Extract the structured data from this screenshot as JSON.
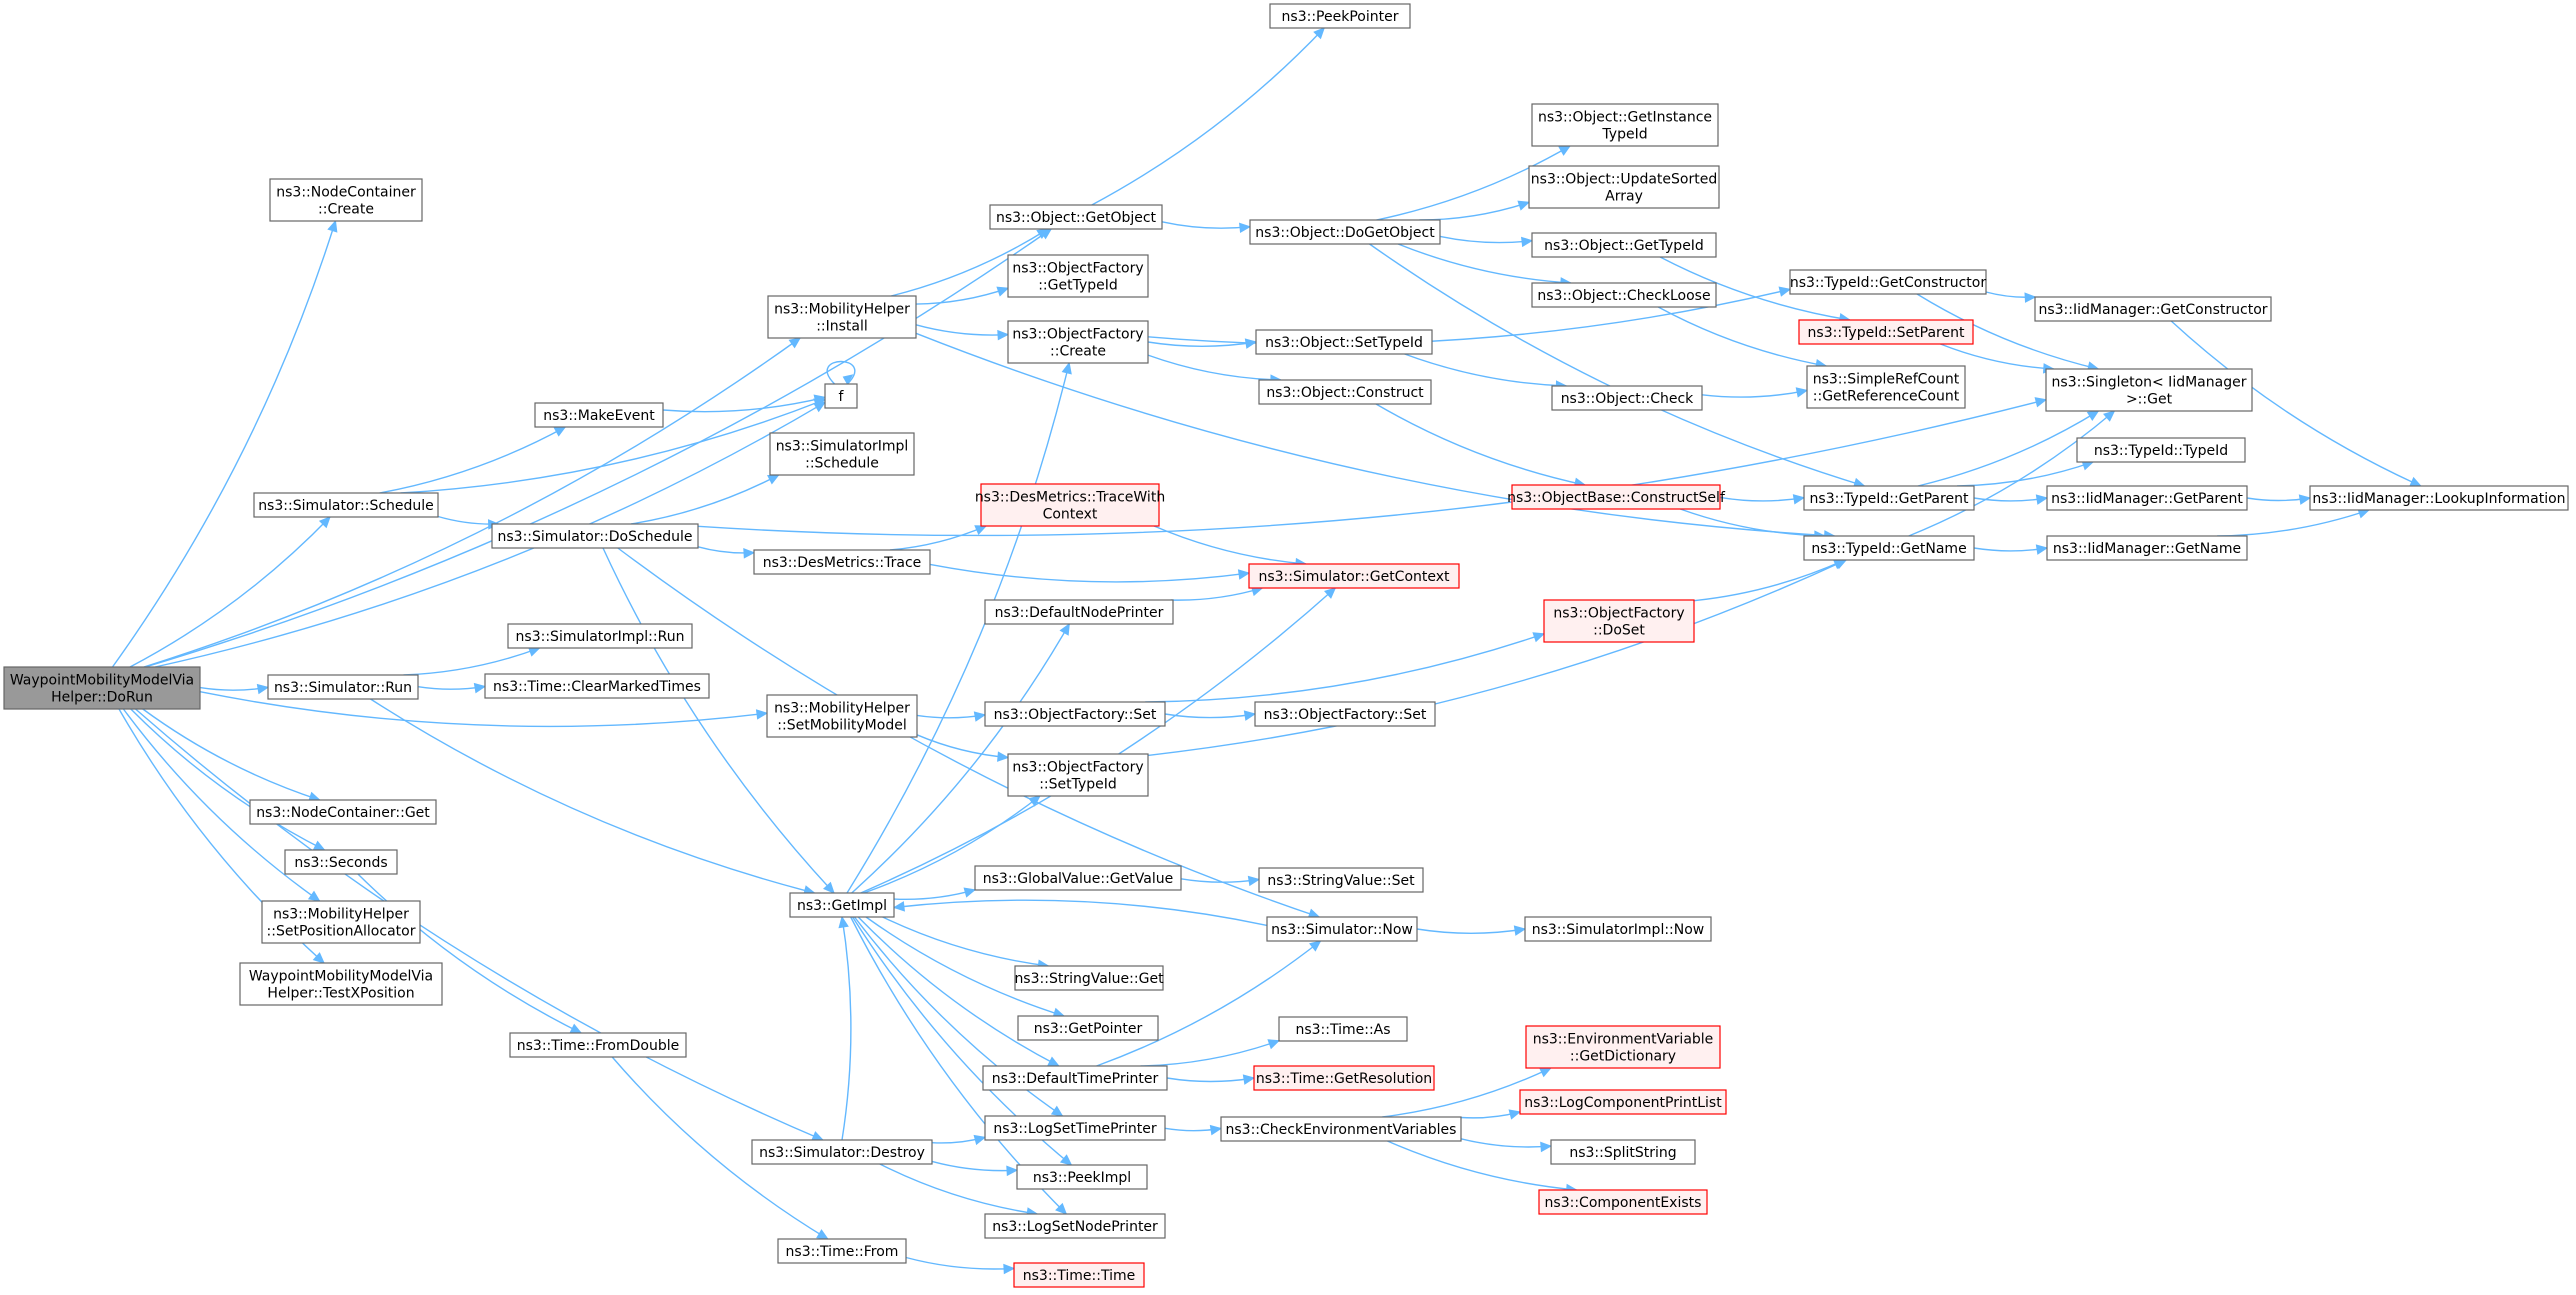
{
  "diagram": {
    "colors": {
      "edge": "#63b8ff",
      "node_border": "#666666",
      "node_fill": "#ffffff",
      "root_fill": "#999999",
      "root_border": "#666666",
      "incomplete_border": "#ff0000",
      "incomplete_fill": "#fff0f0"
    },
    "nodes": [
      {
        "id": "root",
        "lines": [
          "WaypointMobilityModelVia",
          "Helper::DoRun"
        ],
        "style": "root"
      },
      {
        "id": "nc_create",
        "lines": [
          "ns3::NodeContainer",
          "::Create"
        ]
      },
      {
        "id": "getobject",
        "lines": [
          "ns3::Object::GetObject"
        ]
      },
      {
        "id": "peekpointer",
        "lines": [
          "ns3::PeekPointer"
        ]
      },
      {
        "id": "dogetobject",
        "lines": [
          "ns3::Object::DoGetObject"
        ]
      },
      {
        "id": "getinstancetypeid",
        "lines": [
          "ns3::Object::GetInstance",
          "TypeId"
        ]
      },
      {
        "id": "updatesorted",
        "lines": [
          "ns3::Object::UpdateSorted",
          "Array"
        ]
      },
      {
        "id": "obj_gettypeid",
        "lines": [
          "ns3::Object::GetTypeId"
        ]
      },
      {
        "id": "checkloose",
        "lines": [
          "ns3::Object::CheckLoose"
        ]
      },
      {
        "id": "typeid_getconstructor",
        "lines": [
          "ns3::TypeId::GetConstructor"
        ]
      },
      {
        "id": "iid_getconstructor",
        "lines": [
          "ns3::IidManager::GetConstructor"
        ]
      },
      {
        "id": "typeid_setparent",
        "lines": [
          "ns3::TypeId::SetParent"
        ],
        "style": "red"
      },
      {
        "id": "simplerefcount",
        "lines": [
          "ns3::SimpleRefCount",
          "::GetReferenceCount"
        ]
      },
      {
        "id": "singleton",
        "lines": [
          "ns3::Singleton< IidManager",
          ">::Get"
        ]
      },
      {
        "id": "mh_install",
        "lines": [
          "ns3::MobilityHelper",
          "::Install"
        ]
      },
      {
        "id": "of_gettypeid",
        "lines": [
          "ns3::ObjectFactory",
          "::GetTypeId"
        ]
      },
      {
        "id": "of_create",
        "lines": [
          "ns3::ObjectFactory",
          "::Create"
        ]
      },
      {
        "id": "obj_settypeid",
        "lines": [
          "ns3::Object::SetTypeId"
        ]
      },
      {
        "id": "obj_construct",
        "lines": [
          "ns3::Object::Construct"
        ]
      },
      {
        "id": "obj_check",
        "lines": [
          "ns3::Object::Check"
        ]
      },
      {
        "id": "f",
        "lines": [
          "f"
        ]
      },
      {
        "id": "makeevent",
        "lines": [
          "ns3::MakeEvent"
        ]
      },
      {
        "id": "simimpl_schedule",
        "lines": [
          "ns3::SimulatorImpl",
          "::Schedule"
        ]
      },
      {
        "id": "sim_schedule",
        "lines": [
          "ns3::Simulator::Schedule"
        ]
      },
      {
        "id": "sim_doschedule",
        "lines": [
          "ns3::Simulator::DoSchedule"
        ]
      },
      {
        "id": "desmetrics_tracewith",
        "lines": [
          "ns3::DesMetrics::TraceWith",
          "Context"
        ],
        "style": "red"
      },
      {
        "id": "desmetrics_trace",
        "lines": [
          "ns3::DesMetrics::Trace"
        ]
      },
      {
        "id": "sim_getcontext",
        "lines": [
          "ns3::Simulator::GetContext"
        ],
        "style": "red"
      },
      {
        "id": "objectbase_constructself",
        "lines": [
          "ns3::ObjectBase::ConstructSelf"
        ],
        "style": "red"
      },
      {
        "id": "typeid_getparent",
        "lines": [
          "ns3::TypeId::GetParent"
        ]
      },
      {
        "id": "typeid_typeid",
        "lines": [
          "ns3::TypeId::TypeId"
        ]
      },
      {
        "id": "iid_getparent",
        "lines": [
          "ns3::IidManager::GetParent"
        ]
      },
      {
        "id": "iid_lookup",
        "lines": [
          "ns3::IidManager::LookupInformation"
        ]
      },
      {
        "id": "typeid_getname",
        "lines": [
          "ns3::TypeId::GetName"
        ]
      },
      {
        "id": "iid_getname",
        "lines": [
          "ns3::IidManager::GetName"
        ]
      },
      {
        "id": "defaultnodeprinter",
        "lines": [
          "ns3::DefaultNodePrinter"
        ]
      },
      {
        "id": "of_doset",
        "lines": [
          "ns3::ObjectFactory",
          "::DoSet"
        ],
        "style": "red"
      },
      {
        "id": "simimpl_run",
        "lines": [
          "ns3::SimulatorImpl::Run"
        ]
      },
      {
        "id": "sim_run",
        "lines": [
          "ns3::Simulator::Run"
        ]
      },
      {
        "id": "time_clearmarked",
        "lines": [
          "ns3::Time::ClearMarkedTimes"
        ]
      },
      {
        "id": "mh_setmobilitymodel",
        "lines": [
          "ns3::MobilityHelper",
          "::SetMobilityModel"
        ]
      },
      {
        "id": "of_set",
        "lines": [
          "ns3::ObjectFactory::Set"
        ]
      },
      {
        "id": "of_set2",
        "lines": [
          "ns3::ObjectFactory::Set"
        ]
      },
      {
        "id": "of_settypeid",
        "lines": [
          "ns3::ObjectFactory",
          "::SetTypeId"
        ]
      },
      {
        "id": "nc_get",
        "lines": [
          "ns3::NodeContainer::Get"
        ]
      },
      {
        "id": "seconds",
        "lines": [
          "ns3::Seconds"
        ]
      },
      {
        "id": "getimpl",
        "lines": [
          "ns3::GetImpl"
        ]
      },
      {
        "id": "gv_getvalue",
        "lines": [
          "ns3::GlobalValue::GetValue"
        ]
      },
      {
        "id": "sv_set",
        "lines": [
          "ns3::StringValue::Set"
        ]
      },
      {
        "id": "sim_now",
        "lines": [
          "ns3::Simulator::Now"
        ]
      },
      {
        "id": "simimpl_now",
        "lines": [
          "ns3::SimulatorImpl::Now"
        ]
      },
      {
        "id": "mh_setposalloc",
        "lines": [
          "ns3::MobilityHelper",
          "::SetPositionAllocator"
        ]
      },
      {
        "id": "testxposition",
        "lines": [
          "WaypointMobilityModelVia",
          "Helper::TestXPosition"
        ]
      },
      {
        "id": "sv_get",
        "lines": [
          "ns3::StringValue::Get"
        ]
      },
      {
        "id": "getpointer",
        "lines": [
          "ns3::GetPointer"
        ]
      },
      {
        "id": "time_fromdouble",
        "lines": [
          "ns3::Time::FromDouble"
        ]
      },
      {
        "id": "time_as",
        "lines": [
          "ns3::Time::As"
        ]
      },
      {
        "id": "defaulttimeprinter",
        "lines": [
          "ns3::DefaultTimePrinter"
        ]
      },
      {
        "id": "time_getresolution",
        "lines": [
          "ns3::Time::GetResolution"
        ],
        "style": "red"
      },
      {
        "id": "env_getdict",
        "lines": [
          "ns3::EnvironmentVariable",
          "::GetDictionary"
        ],
        "style": "red"
      },
      {
        "id": "logcompprintlist",
        "lines": [
          "ns3::LogComponentPrintList"
        ],
        "style": "red"
      },
      {
        "id": "sim_destroy",
        "lines": [
          "ns3::Simulator::Destroy"
        ]
      },
      {
        "id": "logsettimeprinter",
        "lines": [
          "ns3::LogSetTimePrinter"
        ]
      },
      {
        "id": "checkenvvars",
        "lines": [
          "ns3::CheckEnvironmentVariables"
        ]
      },
      {
        "id": "splitstring",
        "lines": [
          "ns3::SplitString"
        ]
      },
      {
        "id": "peekimpl",
        "lines": [
          "ns3::PeekImpl"
        ]
      },
      {
        "id": "componentexists",
        "lines": [
          "ns3::ComponentExists"
        ],
        "style": "red"
      },
      {
        "id": "logsetnodeprinter",
        "lines": [
          "ns3::LogSetNodePrinter"
        ]
      },
      {
        "id": "time_from",
        "lines": [
          "ns3::Time::From"
        ]
      },
      {
        "id": "time_time",
        "lines": [
          "ns3::Time::Time"
        ],
        "style": "red"
      }
    ],
    "edges": [
      [
        "root",
        "nc_create"
      ],
      [
        "root",
        "getobject"
      ],
      [
        "root",
        "mh_install"
      ],
      [
        "root",
        "f"
      ],
      [
        "root",
        "sim_schedule"
      ],
      [
        "root",
        "mh_setmobilitymodel"
      ],
      [
        "root",
        "sim_run"
      ],
      [
        "root",
        "nc_get"
      ],
      [
        "root",
        "seconds"
      ],
      [
        "root",
        "mh_setposalloc"
      ],
      [
        "root",
        "testxposition"
      ],
      [
        "root",
        "sim_destroy"
      ],
      [
        "getobject",
        "peekpointer"
      ],
      [
        "getobject",
        "dogetobject"
      ],
      [
        "dogetobject",
        "getinstancetypeid"
      ],
      [
        "dogetobject",
        "updatesorted"
      ],
      [
        "dogetobject",
        "obj_gettypeid"
      ],
      [
        "dogetobject",
        "checkloose"
      ],
      [
        "dogetobject",
        "typeid_getparent"
      ],
      [
        "obj_gettypeid",
        "typeid_setparent"
      ],
      [
        "checkloose",
        "simplerefcount"
      ],
      [
        "typeid_getconstructor",
        "iid_getconstructor"
      ],
      [
        "typeid_getconstructor",
        "singleton"
      ],
      [
        "iid_getconstructor",
        "iid_lookup"
      ],
      [
        "typeid_setparent",
        "singleton"
      ],
      [
        "mh_install",
        "getobject"
      ],
      [
        "mh_install",
        "of_gettypeid"
      ],
      [
        "mh_install",
        "of_create"
      ],
      [
        "mh_install",
        "typeid_getname"
      ],
      [
        "of_create",
        "typeid_getconstructor"
      ],
      [
        "of_create",
        "obj_settypeid"
      ],
      [
        "of_create",
        "obj_construct"
      ],
      [
        "obj_settypeid",
        "obj_check"
      ],
      [
        "obj_check",
        "simplerefcount"
      ],
      [
        "obj_construct",
        "objectbase_constructself"
      ],
      [
        "f",
        "f"
      ],
      [
        "makeevent",
        "f"
      ],
      [
        "sim_schedule",
        "makeevent"
      ],
      [
        "sim_schedule",
        "f"
      ],
      [
        "sim_schedule",
        "sim_doschedule"
      ],
      [
        "sim_doschedule",
        "simimpl_schedule"
      ],
      [
        "sim_doschedule",
        "singleton"
      ],
      [
        "sim_doschedule",
        "desmetrics_trace"
      ],
      [
        "sim_doschedule",
        "getimpl"
      ],
      [
        "sim_doschedule",
        "sim_now"
      ],
      [
        "desmetrics_trace",
        "desmetrics_tracewith"
      ],
      [
        "desmetrics_trace",
        "sim_getcontext"
      ],
      [
        "desmetrics_tracewith",
        "sim_getcontext"
      ],
      [
        "objectbase_constructself",
        "typeid_getparent"
      ],
      [
        "objectbase_constructself",
        "typeid_getname"
      ],
      [
        "typeid_getparent",
        "singleton"
      ],
      [
        "typeid_getparent",
        "typeid_typeid"
      ],
      [
        "typeid_getparent",
        "iid_getparent"
      ],
      [
        "iid_getparent",
        "iid_lookup"
      ],
      [
        "typeid_getname",
        "singleton"
      ],
      [
        "typeid_getname",
        "iid_getname"
      ],
      [
        "iid_getname",
        "iid_lookup"
      ],
      [
        "defaultnodeprinter",
        "sim_getcontext"
      ],
      [
        "of_doset",
        "typeid_getname"
      ],
      [
        "sim_run",
        "simimpl_run"
      ],
      [
        "sim_run",
        "time_clearmarked"
      ],
      [
        "sim_run",
        "getimpl"
      ],
      [
        "mh_setmobilitymodel",
        "of_set"
      ],
      [
        "mh_setmobilitymodel",
        "of_settypeid"
      ],
      [
        "of_set",
        "of_doset"
      ],
      [
        "of_set",
        "of_set2"
      ],
      [
        "of_settypeid",
        "typeid_getname"
      ],
      [
        "seconds",
        "time_fromdouble"
      ],
      [
        "time_fromdouble",
        "time_from"
      ],
      [
        "getimpl",
        "of_create"
      ],
      [
        "getimpl",
        "defaultnodeprinter"
      ],
      [
        "getimpl",
        "sim_getcontext"
      ],
      [
        "getimpl",
        "of_settypeid"
      ],
      [
        "getimpl",
        "gv_getvalue"
      ],
      [
        "getimpl",
        "sv_get"
      ],
      [
        "getimpl",
        "getpointer"
      ],
      [
        "getimpl",
        "defaulttimeprinter"
      ],
      [
        "getimpl",
        "logsettimeprinter"
      ],
      [
        "getimpl",
        "peekimpl"
      ],
      [
        "getimpl",
        "logsetnodeprinter"
      ],
      [
        "gv_getvalue",
        "sv_set"
      ],
      [
        "sim_now",
        "getimpl"
      ],
      [
        "sim_now",
        "simimpl_now"
      ],
      [
        "defaulttimeprinter",
        "sim_now"
      ],
      [
        "defaulttimeprinter",
        "time_as"
      ],
      [
        "defaulttimeprinter",
        "time_getresolution"
      ],
      [
        "sim_destroy",
        "getimpl"
      ],
      [
        "sim_destroy",
        "logsettimeprinter"
      ],
      [
        "sim_destroy",
        "peekimpl"
      ],
      [
        "sim_destroy",
        "logsetnodeprinter"
      ],
      [
        "logsettimeprinter",
        "checkenvvars"
      ],
      [
        "checkenvvars",
        "env_getdict"
      ],
      [
        "checkenvvars",
        "logcompprintlist"
      ],
      [
        "checkenvvars",
        "splitstring"
      ],
      [
        "checkenvvars",
        "componentexists"
      ],
      [
        "time_from",
        "time_time"
      ]
    ]
  }
}
